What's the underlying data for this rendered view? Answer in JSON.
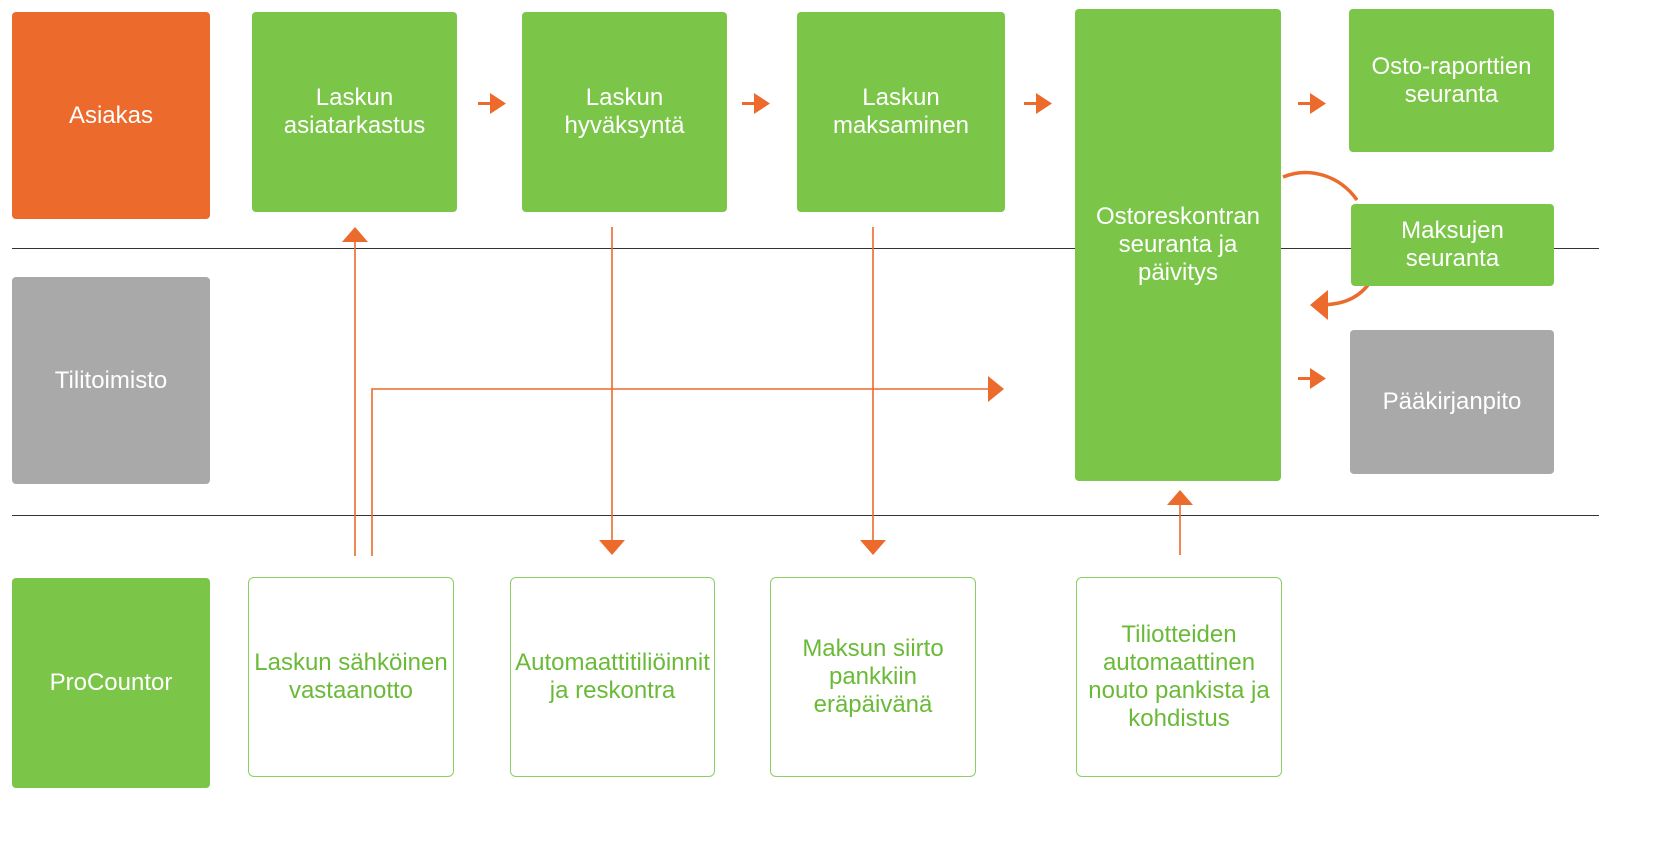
{
  "lanes": {
    "customer": "Asiakas",
    "office": "Tilitoimisto",
    "system": "ProCountor"
  },
  "steps": {
    "review": "Laskun\nasiatarkastus",
    "approval": "Laskun\nhyväksyntä",
    "payment": "Laskun\nmaksaminen",
    "ledger": "Ostoreskontran\nseuranta ja\npäivitys",
    "purchase_reports": "Osto-raporttien\nseuranta",
    "payment_tracking": "Maksujen\nseuranta",
    "general_ledger": "Pääkirjanpito"
  },
  "system_steps": {
    "receive": "Laskun  sähköinen\nvastaanotto",
    "auto_posting": "Automaattitiliöinnit\nja  reskontra",
    "bank_transfer": "Maksun siirto\npankkiin\neräpäivänä",
    "statements": "Tiliotteiden\nautomaattinen\nnouto pankista ja\nkohdistus"
  },
  "colors": {
    "customer": "#ec6a2c",
    "process": "#7bc549",
    "office": "#a9a9a9",
    "arrow": "#ec6a2c",
    "outline_text": "#6aba38"
  }
}
